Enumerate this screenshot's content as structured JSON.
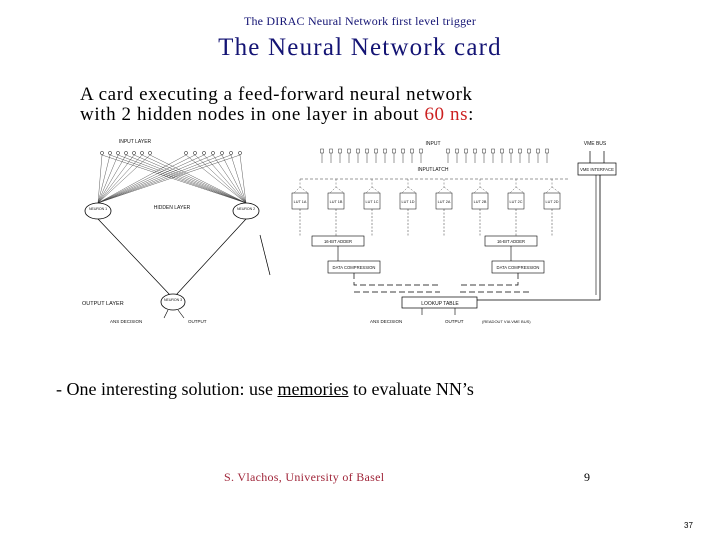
{
  "header": {
    "kicker": "The DIRAC Neural Network first level trigger",
    "title": "The Neural Network card"
  },
  "subtitle": {
    "line1": "A card executing a feed-forward neural network",
    "line2_prefix": "with 2 hidden nodes in one layer in about ",
    "line2_highlight": "60 ns",
    "line2_suffix": ":",
    "highlight_color": "#cc2020"
  },
  "diagram": {
    "left": {
      "input_layer": "INPUT LAYER",
      "hidden_layer": "HIDDEN LAYER",
      "output_layer": "OUTPUT LAYER",
      "neuron1": "NEURON 1",
      "neuron2": "NEURON 2",
      "neuron3": "NEURON 3",
      "ans": "ANS DECISION",
      "output": "OUTPUT"
    },
    "right": {
      "input": "INPUT",
      "vme_bus": "VME BUS",
      "inputlatch": "INPUTLATCH",
      "vme_interface": "VME INTERFACE",
      "luts": [
        "LUT 1A",
        "LUT 1B",
        "LUT 1C",
        "LUT 1D",
        "LUT 2A",
        "LUT 2B",
        "LUT 2C",
        "LUT 2D"
      ],
      "adder_a": "16-BIT ADDER",
      "adder_b": "16-BIT ADDER",
      "data_comp_a": "DATA COMPRESSION",
      "data_comp_b": "DATA COMPRESSION",
      "lookup_table": "LOOKUP TABLE",
      "ans_decision": "ANS DECISION",
      "output": "OUTPUT",
      "readout": "(READOUT VIA VME BUS)"
    }
  },
  "bullet": {
    "prefix": "- One interesting solution:  use ",
    "underlined": "memories",
    "suffix": " to evaluate NN’s"
  },
  "footer": {
    "author": "S. Vlachos, University of Basel",
    "page": "9",
    "slide_number": "37"
  },
  "colors": {
    "title": "#141474",
    "author": "#a0263a"
  }
}
